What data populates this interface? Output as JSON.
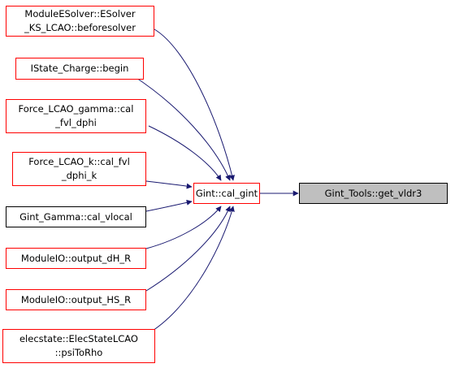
{
  "colors": {
    "edge": "#191970",
    "link_border": "#ff0000",
    "plain_border": "#000000",
    "focus_fill": "#bfbfbf"
  },
  "nodes": {
    "esolver": [
      "ModuleESolver::ESolver",
      "_KS_LCAO::beforesolver"
    ],
    "istate": [
      "IState_Charge::begin"
    ],
    "gamma_dphi": [
      "Force_LCAO_gamma::cal",
      "_fvl_dphi"
    ],
    "k_dphi": [
      "Force_LCAO_k::cal_fvl",
      "_dphi_k"
    ],
    "vlocal": [
      "Gint_Gamma::cal_vlocal"
    ],
    "out_dh": [
      "ModuleIO::output_dH_R"
    ],
    "out_hs": [
      "ModuleIO::output_HS_R"
    ],
    "psitorho": [
      "elecstate::ElecStateLCAO",
      "::psiToRho"
    ],
    "cal_gint": [
      "Gint::cal_gint"
    ],
    "get_vldr3": [
      "Gint_Tools::get_vldr3"
    ]
  }
}
